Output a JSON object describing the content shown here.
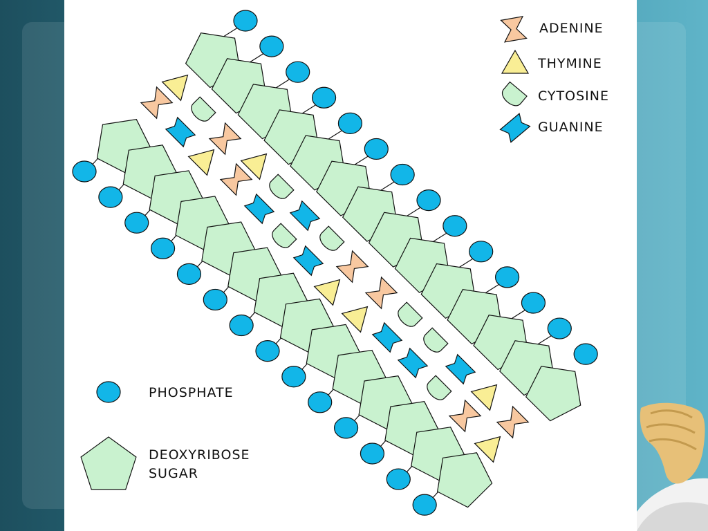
{
  "legend": {
    "adenine": "ADENINE",
    "thymine": "THYMINE",
    "cytosine": "CYTOSINE",
    "guanine": "GUANINE",
    "phosphate": "PHOSPHATE",
    "sugar_line1": "DEOXYRIBOSE",
    "sugar_line2": "SUGAR"
  },
  "colors": {
    "phosphate": "#12b6e8",
    "sugar": "#c9f2cf",
    "adenine": "#f8c8a0",
    "thymine": "#f9ee95",
    "cytosine": "#c9f2cf",
    "guanine": "#12b6e8",
    "outline": "#111111"
  },
  "icons": {
    "phosphate": "circle",
    "sugar": "pentagon",
    "adenine": "notched-chevron",
    "thymine": "triangle",
    "cytosine": "rounded-cup",
    "guanine": "notched-rectangle"
  }
}
